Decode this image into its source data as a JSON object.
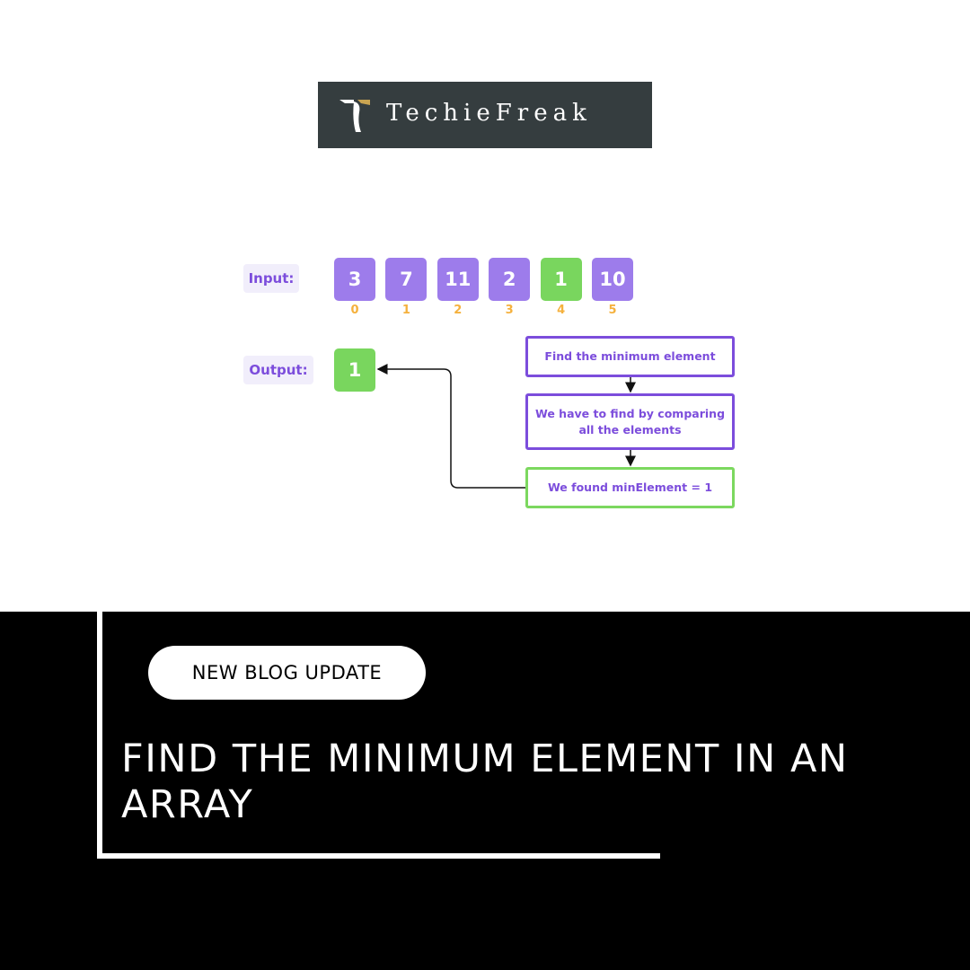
{
  "logo": {
    "text": "TechieFreak",
    "colors": {
      "background": "#353d3f",
      "mark": "#c9a451",
      "text": "#ffffff"
    }
  },
  "diagram": {
    "input_label": "Input:",
    "output_label": "Output:",
    "array": [
      {
        "value": "3",
        "index": "0",
        "highlight": false
      },
      {
        "value": "7",
        "index": "1",
        "highlight": false
      },
      {
        "value": "11",
        "index": "2",
        "highlight": false
      },
      {
        "value": "2",
        "index": "3",
        "highlight": false
      },
      {
        "value": "1",
        "index": "4",
        "highlight": true
      },
      {
        "value": "10",
        "index": "5",
        "highlight": false
      }
    ],
    "output_value": "1",
    "steps": [
      "Find the minimum element",
      "We have to find by comparing all the elements",
      "We found minElement = 1"
    ],
    "colors": {
      "cell": "#9d7ceb",
      "highlight": "#79d65e",
      "index": "#f5b13d",
      "accent": "#7c4ddc"
    }
  },
  "banner": {
    "badge": "NEW BLOG UPDATE",
    "headline": "FIND THE MINIMUM ELEMENT IN AN ARRAY"
  }
}
